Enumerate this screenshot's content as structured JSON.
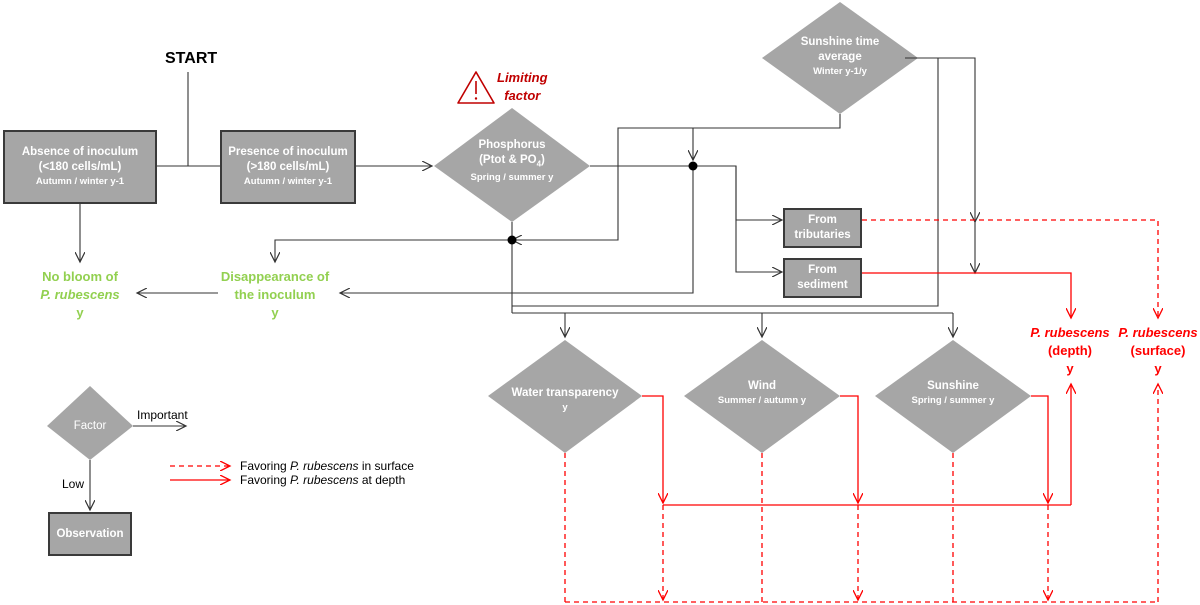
{
  "start": "START",
  "limiting_factor": {
    "line1": "Limiting",
    "line2": "factor"
  },
  "boxes": {
    "absence": {
      "title": "Absence of inoculum",
      "count": "(<180 cells/mL)",
      "season": "Autumn / winter y-1"
    },
    "presence": {
      "title": "Presence of inoculum",
      "count": "(>180 cells/mL)",
      "season": "Autumn / winter y-1"
    },
    "tributaries": {
      "line1": "From",
      "line2": "tributaries"
    },
    "sediment": {
      "line1": "From",
      "line2": "sediment"
    },
    "observation": "Observation"
  },
  "diamonds": {
    "phosphorus": {
      "title": "Phosphorus",
      "sub_prefix": "(Ptot & PO",
      "sub_index": "4",
      "sub_suffix": ")",
      "season": "Spring / summer y"
    },
    "sunshine_time": {
      "line1": "Sunshine time",
      "line2": "average",
      "season": "Winter y-1/y"
    },
    "water": {
      "title": "Water transparency",
      "season": "y"
    },
    "wind": {
      "title": "Wind",
      "season": "Summer / autumn y"
    },
    "sunshine": {
      "title": "Sunshine",
      "season": "Spring / summer y"
    },
    "legend_factor": "Factor"
  },
  "outcomes": {
    "no_bloom": {
      "line1": "No bloom of",
      "line2": "P. rubescens",
      "line3": "y"
    },
    "disappearance": {
      "line1": "Disappearance of",
      "line2": "the inoculum",
      "line3": "y"
    },
    "depth": {
      "line1": "P. rubescens",
      "line2": "(depth)",
      "line3": "y"
    },
    "surface": {
      "line1": "P. rubescens",
      "line2": "(surface)",
      "line3": "y"
    }
  },
  "legend": {
    "important": "Important",
    "low": "Low",
    "surface_prefix": "Favoring ",
    "surface_species": "P. rubescens",
    "surface_suffix": " in surface",
    "depth_prefix": "Favoring ",
    "depth_species": "P. rubescens",
    "depth_suffix": " at depth"
  },
  "colors": {
    "box_fill": "#a6a6a6",
    "box_border": "#3a3a3a",
    "green_text": "#92d050",
    "red_arrow": "#ff0000",
    "warning": "#c00000"
  }
}
